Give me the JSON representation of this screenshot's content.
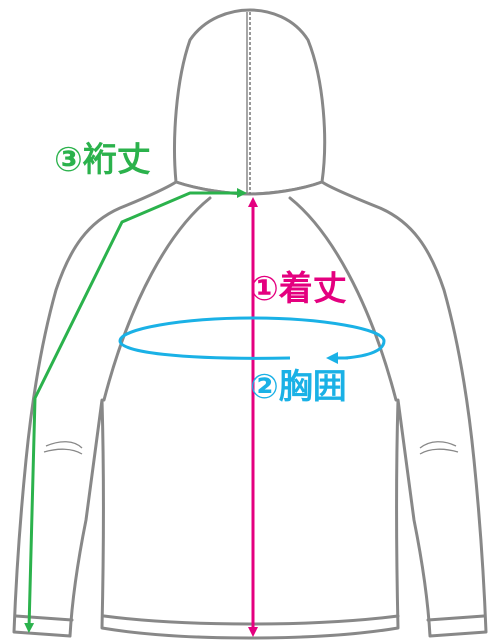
{
  "labels": {
    "length": "①着丈",
    "chest": "②胸囲",
    "sleeve": "③裄丈"
  },
  "colors": {
    "length": "#e4007f",
    "chest": "#1ab1e6",
    "sleeve": "#2bb24c",
    "garment_outline": "#888888",
    "background": "#ffffff"
  },
  "icons": {
    "garment": "hoodie-back-outline-icon",
    "length_arrow": "vertical-double-arrow-icon",
    "chest_arrow": "circular-arrow-icon",
    "sleeve_arrow": "bent-double-arrow-icon"
  }
}
